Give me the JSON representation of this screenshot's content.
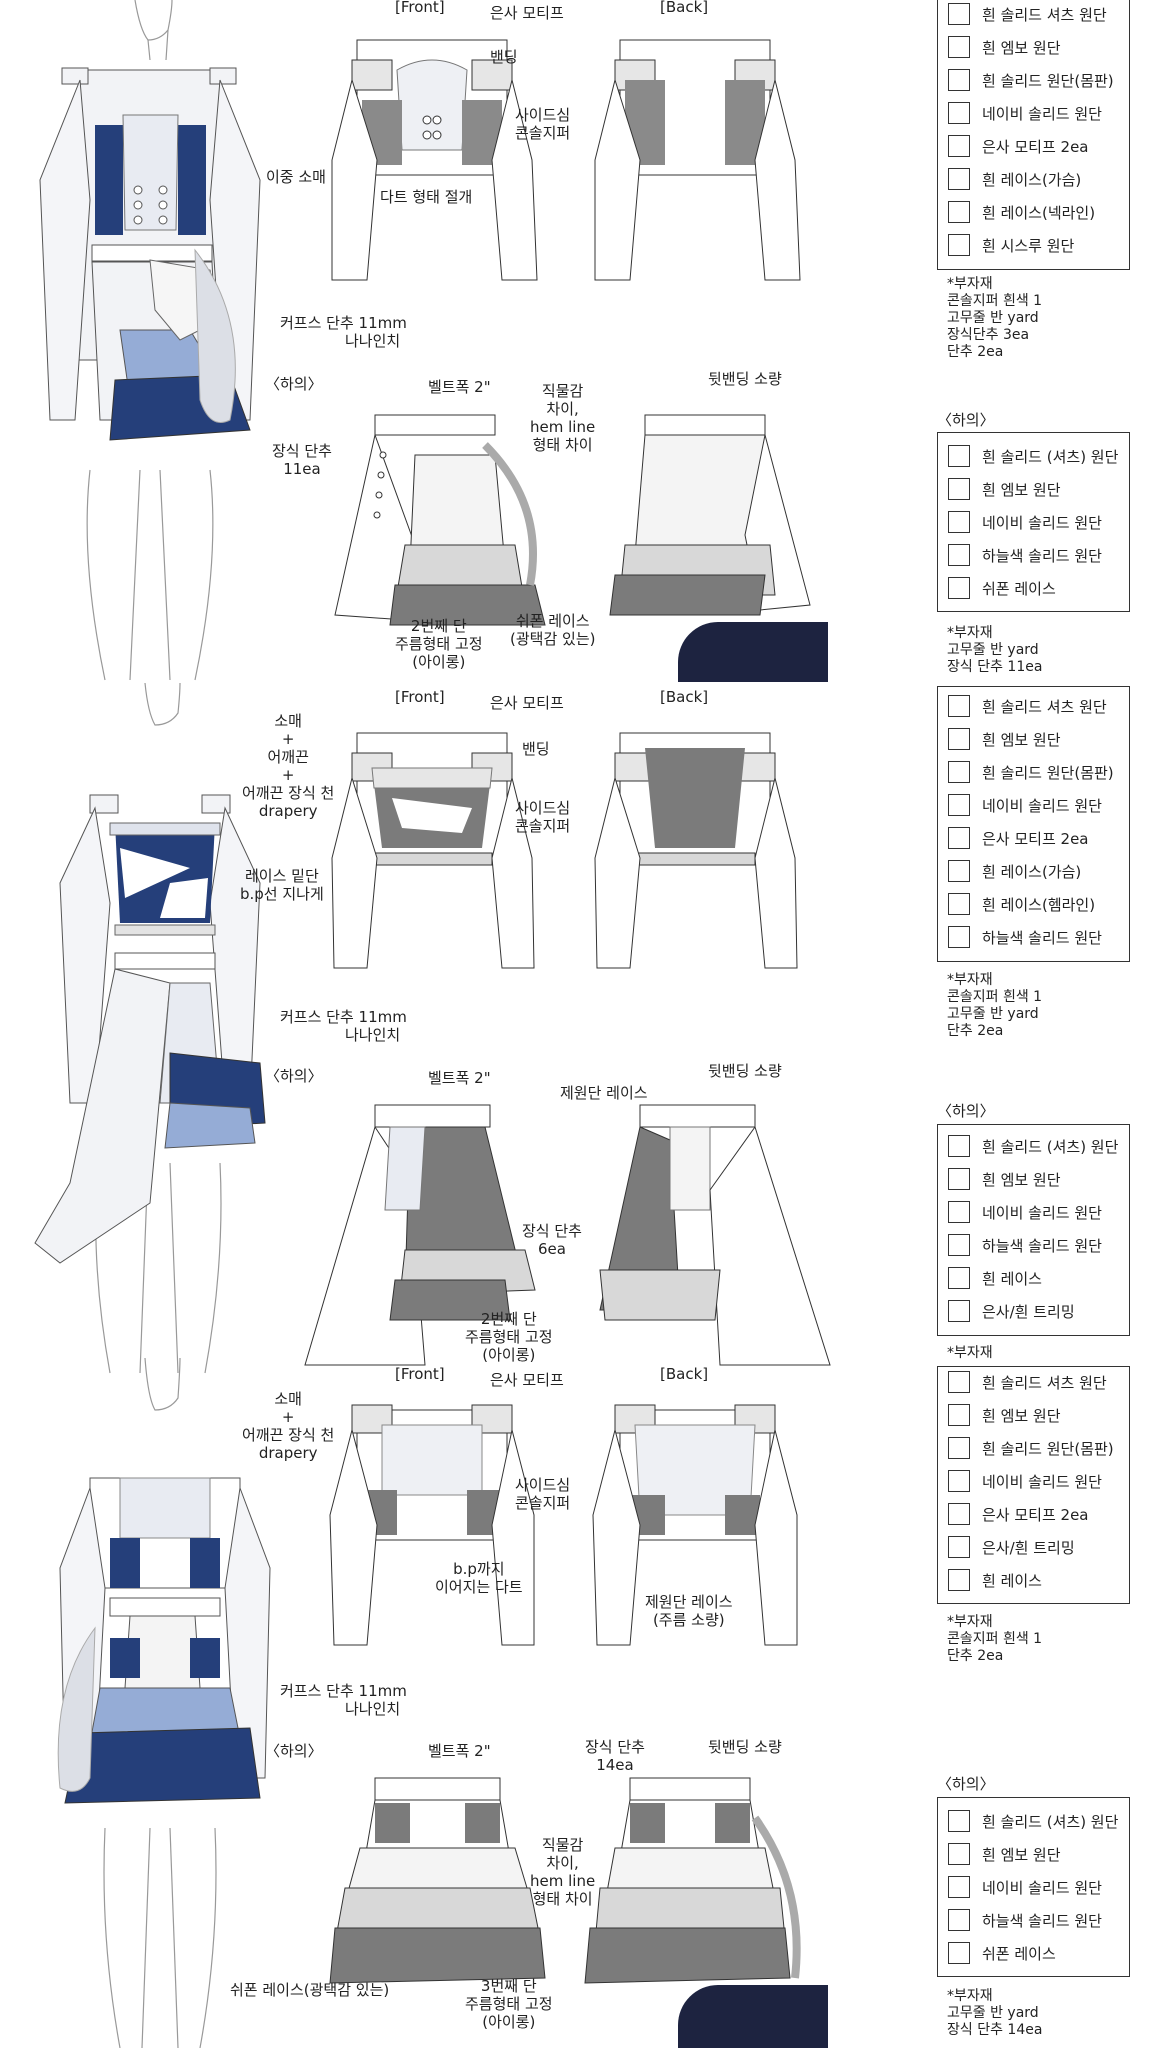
{
  "palette": {
    "navy": "#253f7a",
    "light_blue": "#95acd6",
    "gray": "#7b7b7b",
    "light_gray": "#d8d8d8",
    "lace": "#e8ebf2"
  },
  "section1": {
    "front": "[Front]",
    "back": "[Back]",
    "labels": [
      "은사 모티프",
      "밴딩",
      "사이드심",
      "콘솔지퍼",
      "이중 소매",
      "다트 형태 절개",
      "커프스 단추 11mm",
      "나나인치"
    ],
    "bottom_label": "〈하의〉",
    "skirt_labels": [
      "벨트폭 2\"",
      "직물감",
      "차이,",
      "hem line",
      "형태 차이",
      "뒷밴딩 소량",
      "장식 단추",
      "11ea",
      "2번째 단",
      "주름형태 고정",
      "(아이롱)",
      "쉬폰 레이스",
      "(광택감 있는)"
    ],
    "top_materials": [
      "흰 솔리드 셔츠 원단",
      "흰 엠보 원단",
      "흰 솔리드 원단(몸판)",
      "네이비 솔리드 원단",
      "은사 모티프 2ea",
      "흰 레이스(가슴)",
      "흰 레이스(넥라인)",
      "흰 시스루 원단"
    ],
    "top_notes": [
      "*부자재",
      "콘솔지퍼 흰색 1",
      "고무줄 반 yard",
      "장식단추 3ea",
      "단추 2ea"
    ],
    "bottom_header": "〈하의〉",
    "bottom_materials": [
      "흰 솔리드 (셔츠) 원단",
      "흰 엠보 원단",
      "네이비 솔리드 원단",
      "하늘색 솔리드 원단",
      "쉬폰 레이스"
    ],
    "bottom_notes": [
      "*부자재",
      "고무줄 반 yard",
      "장식 단추 11ea"
    ]
  },
  "section2": {
    "front": "[Front]",
    "back": "[Back]",
    "labels": [
      "은사 모티프",
      "밴딩",
      "사이드심",
      "콘솔지퍼",
      "소매",
      "+",
      "어깨끈",
      "+",
      "어깨끈 장식 천",
      "drapery",
      "레이스 밑단",
      "b.p선 지나게",
      "커프스 단추 11mm",
      "나나인치"
    ],
    "bottom_label": "〈하의〉",
    "skirt_labels": [
      "벨트폭 2\"",
      "제원단 레이스",
      "뒷밴딩 소량",
      "장식 단추",
      "6ea",
      "2번째 단",
      "주름형태 고정",
      "(아이롱)"
    ],
    "top_materials": [
      "흰 솔리드 셔츠 원단",
      "흰 엠보 원단",
      "흰 솔리드 원단(몸판)",
      "네이비 솔리드 원단",
      "은사 모티프 2ea",
      "흰 레이스(가슴)",
      "흰 레이스(헴라인)",
      "하늘색 솔리드 원단"
    ],
    "top_notes": [
      "*부자재",
      "콘솔지퍼 흰색 1",
      "고무줄 반 yard",
      "단추 2ea"
    ],
    "bottom_header": "〈하의〉",
    "bottom_materials": [
      "흰 솔리드 (셔츠) 원단",
      "흰 엠보 원단",
      "네이비 솔리드 원단",
      "하늘색 솔리드 원단",
      "흰 레이스",
      "은사/흰 트리밍"
    ],
    "bottom_notes": [
      "*부자재"
    ]
  },
  "section3": {
    "front": "[Front]",
    "back": "[Back]",
    "labels": [
      "은사 모티프",
      "사이드심",
      "콘솔지퍼",
      "소매",
      "+",
      "어깨끈 장식 천",
      "drapery",
      "b.p까지",
      "이어지는 다트",
      "제원단 레이스",
      "(주름 소량)",
      "커프스 단추 11mm",
      "나나인치"
    ],
    "bottom_label": "〈하의〉",
    "skirt_labels": [
      "벨트폭 2\"",
      "장식 단추",
      "14ea",
      "뒷밴딩 소량",
      "직물감",
      "차이,",
      "hem line",
      "형태 차이",
      "쉬폰 레이스(광택감 있는)",
      "3번째 단",
      "주름형태 고정",
      "(아이롱)"
    ],
    "top_materials": [
      "흰 솔리드 셔츠 원단",
      "흰 엠보 원단",
      "흰 솔리드 원단(몸판)",
      "네이비 솔리드 원단",
      "은사 모티프 2ea",
      "은사/흰 트리밍",
      "흰 레이스"
    ],
    "top_notes": [
      "*부자재",
      "콘솔지퍼 흰색 1",
      "단추 2ea"
    ],
    "bottom_header": "〈하의〉",
    "bottom_materials": [
      "흰 솔리드 (셔츠) 원단",
      "흰 엠보 원단",
      "네이비 솔리드 원단",
      "하늘색 솔리드 원단",
      "쉬폰 레이스"
    ],
    "bottom_notes": [
      "*부자재",
      "고무줄 반 yard",
      "장식 단추 14ea"
    ]
  }
}
